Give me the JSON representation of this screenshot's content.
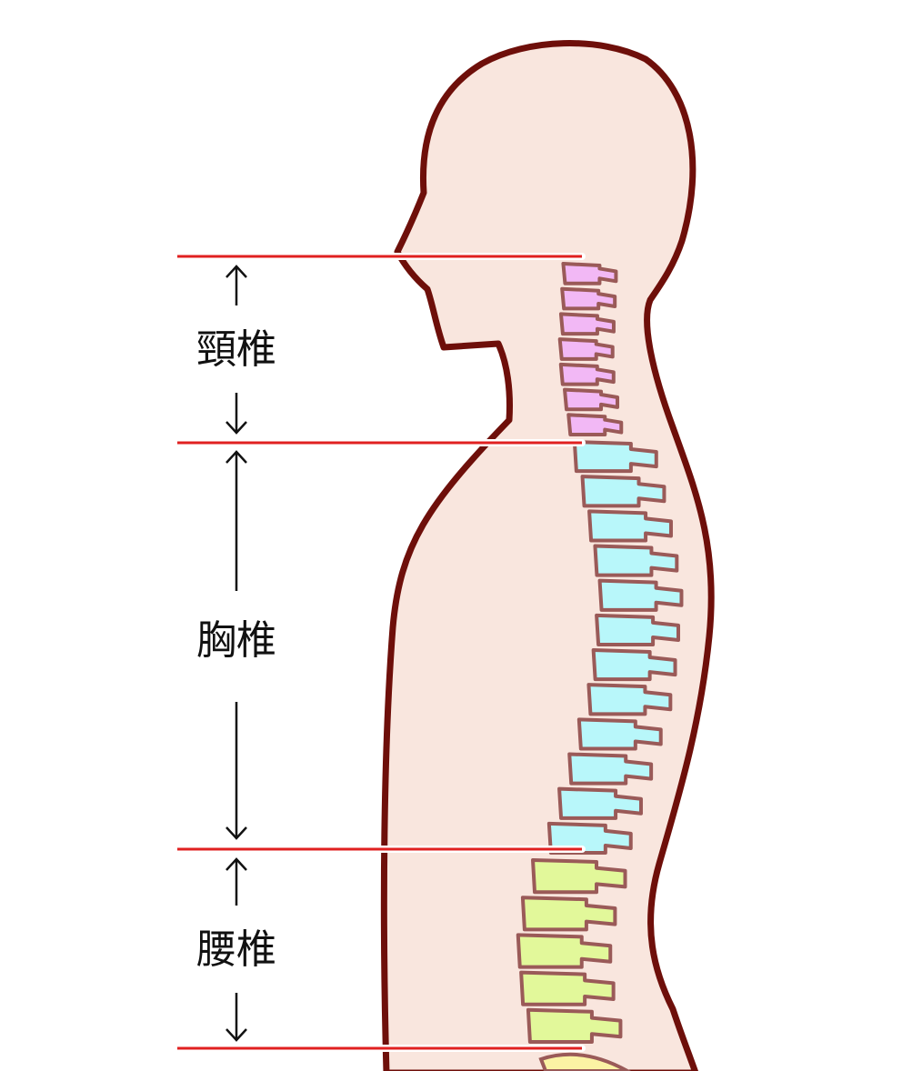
{
  "labels": {
    "cervical": "頸椎",
    "thoracic": "胸椎",
    "lumbar": "腰椎"
  },
  "vertebrae_counts": {
    "cervical": 7,
    "thoracic": 12,
    "lumbar": 5
  },
  "colors": {
    "skin": "#f9e6de",
    "outline": "#6e0f0a",
    "vertebra_border": "#9a5a58",
    "cervical": "#f2b8f5",
    "thoracic": "#b8f7fa",
    "lumbar": "#e2f89a",
    "sacrum": "#fbf3a4",
    "boundary_line": "#e02020"
  }
}
